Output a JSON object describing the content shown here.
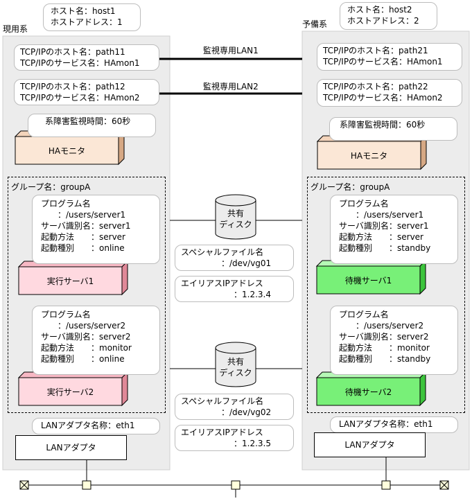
{
  "primary": {
    "system_label": "現用系",
    "host": [
      "ホスト名：host1",
      "ホストアドレス：1"
    ],
    "tcp1": [
      "TCP/IPのホスト名：path11",
      "TCP/IPのサービス名：HAmon1"
    ],
    "tcp2": [
      "TCP/IPのホスト名：path12",
      "TCP/IPのサービス名：HAmon2"
    ],
    "monitor_time": "系障害監視時間：60秒",
    "ha_monitor": "HAモニタ",
    "group": "グループ名：groupA",
    "server1_info": [
      "プログラム名",
      "　　：/users/server1",
      "サーバ識別名：server1",
      "起動方法　　：server",
      "起動種別　　：online"
    ],
    "server1_box": "実行サーバ1",
    "server2_info": [
      "プログラム名",
      "　　：/users/server2",
      "サーバ識別名：server2",
      "起動方法　　：monitor",
      "起動種別　　：online"
    ],
    "server2_box": "実行サーバ2",
    "lan_adapter_name": "LANアダプタ名称：eth1",
    "lan_adapter": "LANアダプタ"
  },
  "standby": {
    "system_label": "予備系",
    "host": [
      "ホスト名：host2",
      "ホストアドレス：2"
    ],
    "tcp1": [
      "TCP/IPのホスト名：path21",
      "TCP/IPのサービス名：HAmon1"
    ],
    "tcp2": [
      "TCP/IPのホスト名：path22",
      "TCP/IPのサービス名：HAmon2"
    ],
    "monitor_time": "系障害監視時間：60秒",
    "ha_monitor": "HAモニタ",
    "group": "グループ名：groupA",
    "server1_info": [
      "プログラム名",
      "　　：/users/server1",
      "サーバ識別名：server1",
      "起動方法　　：server",
      "起動種別　　：standby"
    ],
    "server1_box": "待機サーバ1",
    "server2_info": [
      "プログラム名",
      "　　：/users/server2",
      "サーバ識別名：server2",
      "起動方法　　：monitor",
      "起動種別　　：standby"
    ],
    "server2_box": "待機サーバ2",
    "lan_adapter_name": "LANアダプタ名称：eth1",
    "lan_adapter": "LANアダプタ"
  },
  "monitoring_lan1": "監視専用LAN1",
  "monitoring_lan2": "監視専用LAN2",
  "disk1": {
    "label": [
      "共有",
      "ディスク"
    ],
    "special_file": [
      "スペシャルファイル名",
      "：/dev/vg01"
    ],
    "alias_ip": [
      "エイリアスIPアドレス",
      "：1.2.3.4"
    ]
  },
  "disk2": {
    "label": [
      "共有",
      "ディスク"
    ],
    "special_file": [
      "スペシャルファイル名",
      "：/dev/vg02"
    ],
    "alias_ip": [
      "エイリアスIPアドレス",
      "：1.2.3.5"
    ]
  },
  "colors": {
    "panel": "#ececec",
    "ha_monitor_fill": "#fbe7d6",
    "active_server_fill": "#ffd9e0",
    "standby_server_fill": "#78f078",
    "terminator_fill": "#ffffdd"
  }
}
